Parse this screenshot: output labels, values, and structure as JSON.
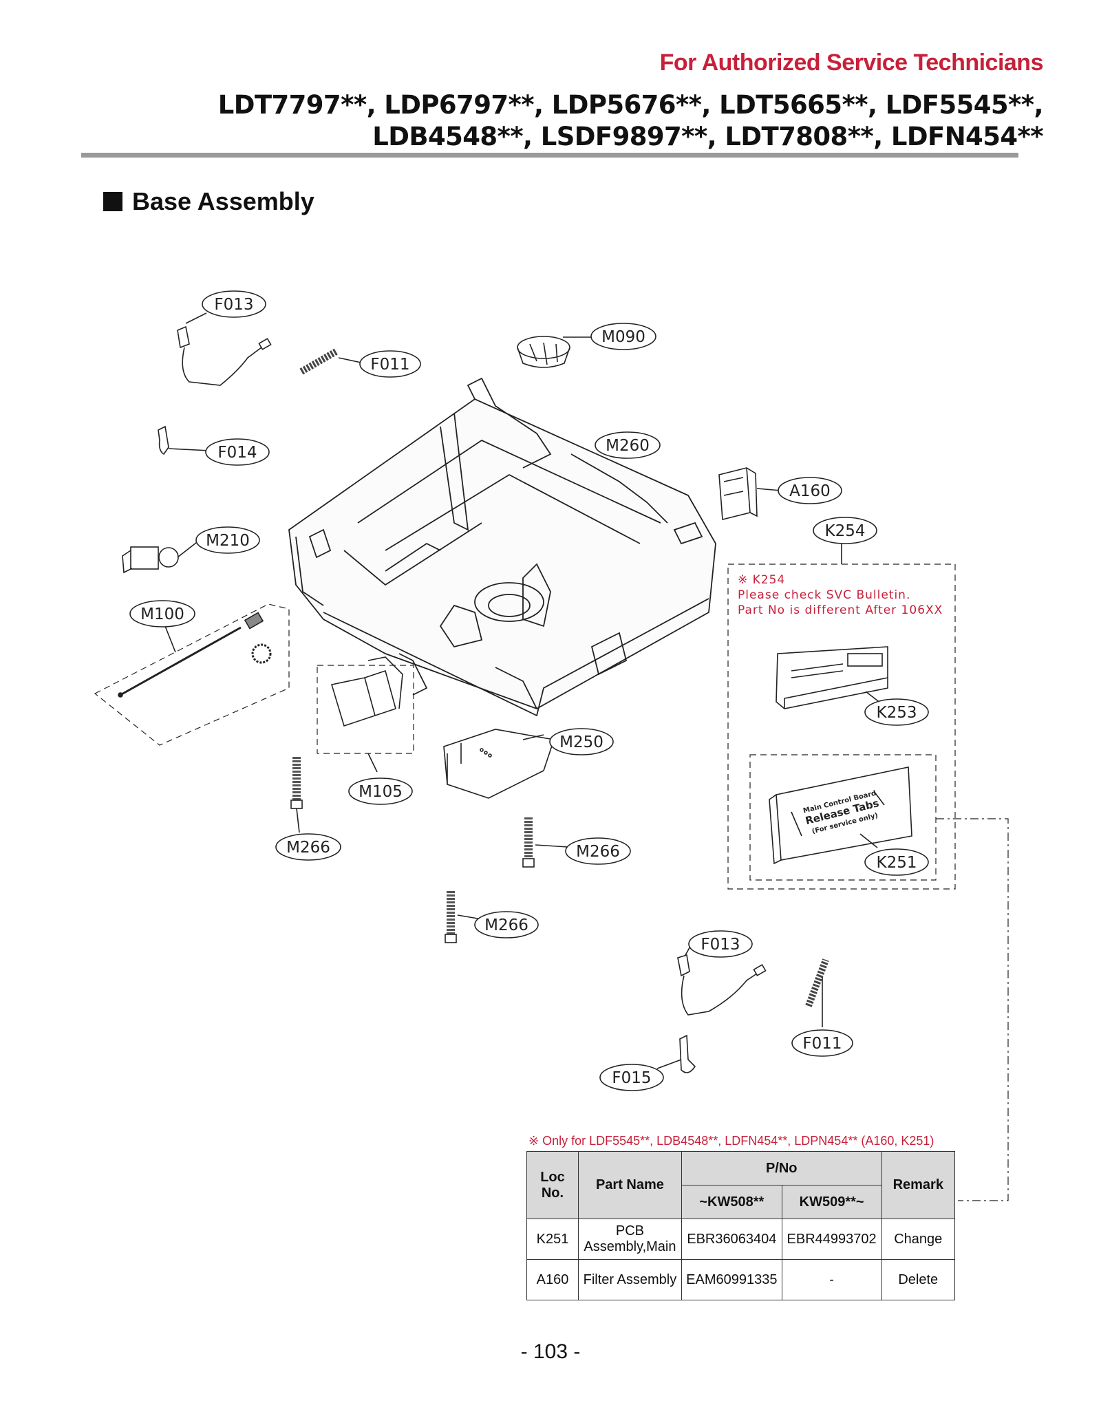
{
  "header": {
    "tag": "For Authorized Service Technicians",
    "models_line1": "LDT7797**, LDP6797**, LDP5676**, LDT5665**, LDF5545**,",
    "models_line2": "LDB4548**, LSDF9897**, LDT7808**, LDFN454**"
  },
  "section_title": "Base Assembly",
  "labels": {
    "f013_a": "F013",
    "f011_a": "F011",
    "m090": "M090",
    "f014": "F014",
    "m260": "M260",
    "a160": "A160",
    "k254": "K254",
    "m210": "M210",
    "m100": "M100",
    "k253": "K253",
    "m250": "M250",
    "m105": "M105",
    "k251": "K251",
    "m266_a": "M266",
    "m266_b": "M266",
    "m266_c": "M266",
    "f013_b": "F013",
    "f011_b": "F011",
    "f015": "F015"
  },
  "k254_note": {
    "line1": "※ K254",
    "line2": "Please check SVC Bulletin.",
    "line3": "Part No is different After 106XX"
  },
  "pcb_text": {
    "line1": "Main Control Board",
    "line2": "Release Tabs",
    "line3": "(For service only)"
  },
  "table_note": "※ Only for LDF5545**, LDB4548**, LDFN454**, LDPN454** (A160, K251)",
  "table": {
    "headers": {
      "loc": "Loc No.",
      "name": "Part Name",
      "pno": "P/No",
      "pno_a": "~KW508**",
      "pno_b": "KW509**~",
      "remark": "Remark"
    },
    "rows": [
      {
        "loc": "K251",
        "name_1": "PCB",
        "name_2": "Assembly,Main",
        "pno_a": "EBR36063404",
        "pno_b": "EBR44993702",
        "remark": "Change"
      },
      {
        "loc": "A160",
        "name": "Filter Assembly",
        "pno_a": "EAM60991335",
        "pno_b": "-",
        "remark": "Delete"
      }
    ]
  },
  "page_number": "- 103 -"
}
